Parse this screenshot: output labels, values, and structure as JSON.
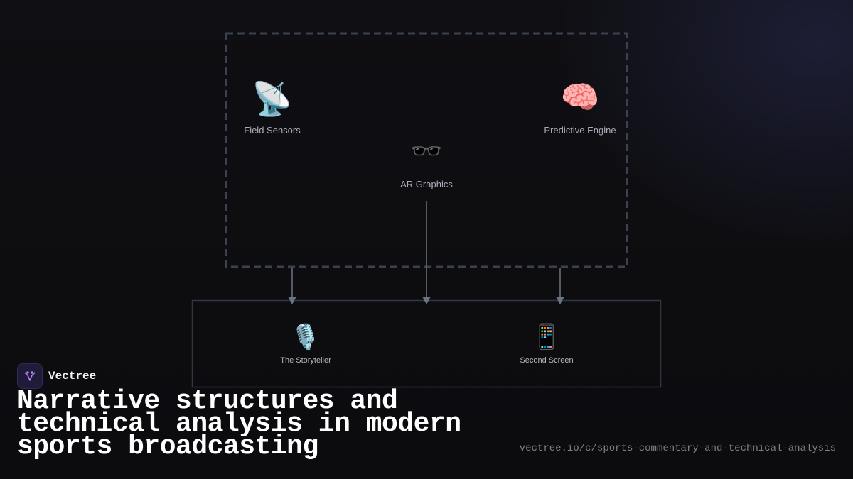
{
  "diagram": {
    "nodes": {
      "field_sensors": {
        "icon": "satellite-dish-icon",
        "glyph": "📡",
        "label": "Field Sensors"
      },
      "predictive_engine": {
        "icon": "brain-icon",
        "glyph": "🧠",
        "label": "Predictive Engine"
      },
      "ar_graphics": {
        "icon": "glasses-icon",
        "glyph": "🕶️",
        "label": "AR Graphics"
      },
      "storyteller": {
        "icon": "microphone-icon",
        "glyph": "🎙️",
        "label": "The Storyteller"
      },
      "second_screen": {
        "icon": "mobile-phone-icon",
        "glyph": "📱",
        "label": "Second Screen"
      }
    },
    "colors": {
      "dashed_border": "#3a4150",
      "solid_border": "#2f3644",
      "arrow": "#6b7483"
    }
  },
  "brand": {
    "name": "Vectree",
    "logo_icon": "vectree-logo-icon",
    "logo_color": "#b57cf0"
  },
  "headline": "Narrative structures and technical analysis in modern sports broadcasting",
  "url": "vectree.io/c/sports-commentary-and-technical-analysis"
}
